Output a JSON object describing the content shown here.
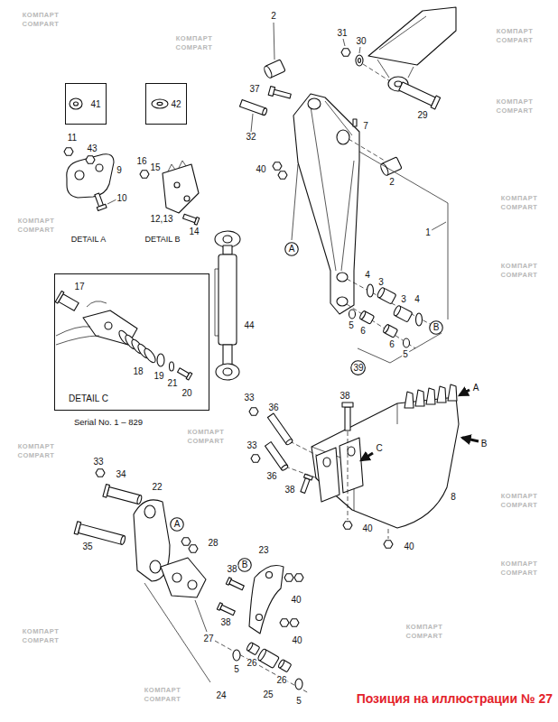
{
  "diagram": {
    "caption": "Позиция на иллюстрации № 27",
    "nodes": [
      {
        "text": [
          "41"
        ]
      },
      {
        "text": [
          "42"
        ]
      },
      {
        "text": [
          "A"
        ]
      },
      {
        "text": [
          "DETAIL C"
        ]
      },
      {
        "text": [
          "B"
        ]
      },
      {
        "text": [
          "39"
        ]
      },
      {
        "text": [
          "A"
        ]
      },
      {
        "text": [
          "B"
        ]
      }
    ],
    "labels": [
      "2",
      "31",
      "30",
      "37",
      "29",
      "7",
      "32",
      "40",
      "2",
      "1",
      "4",
      "3",
      "3",
      "4",
      "5",
      "6",
      "6",
      "5",
      "11",
      "43",
      "9",
      "10",
      "16",
      "15",
      "12,13",
      "14",
      "DETAIL A",
      "DETAIL B",
      "44",
      "17",
      "18",
      "19",
      "21",
      "20",
      "Serial No. 1 – 829",
      "38",
      "A",
      "B",
      "C",
      "33",
      "36",
      "33",
      "36",
      "38",
      "8",
      "40",
      "40",
      "33",
      "34",
      "22",
      "28",
      "35",
      "23",
      "38",
      "40",
      "38",
      "40",
      "27",
      "5",
      "26",
      "26",
      "25",
      "24",
      "5",
      "КОМПАРТ",
      "COMPART",
      "КОМПАРТ",
      "COMPART",
      "КОМПАРТ",
      "COMPART",
      "КОМПАРТ",
      "COMPART",
      "КОМПАРТ",
      "COMPART",
      "КОМПАРТ",
      "COMPART",
      "КОМПАРТ",
      "COMPART",
      "КОМПАРТ",
      "COMPART",
      "КОМПАРТ",
      "COMPART",
      "КОМПАРТ",
      "COMPART",
      "КОМПАРТ",
      "COMPART",
      "КОМПАРТ",
      "COMPART",
      "КОМПАРТ",
      "COMPART",
      "КОМПАРТ",
      "COMPART"
    ]
  }
}
